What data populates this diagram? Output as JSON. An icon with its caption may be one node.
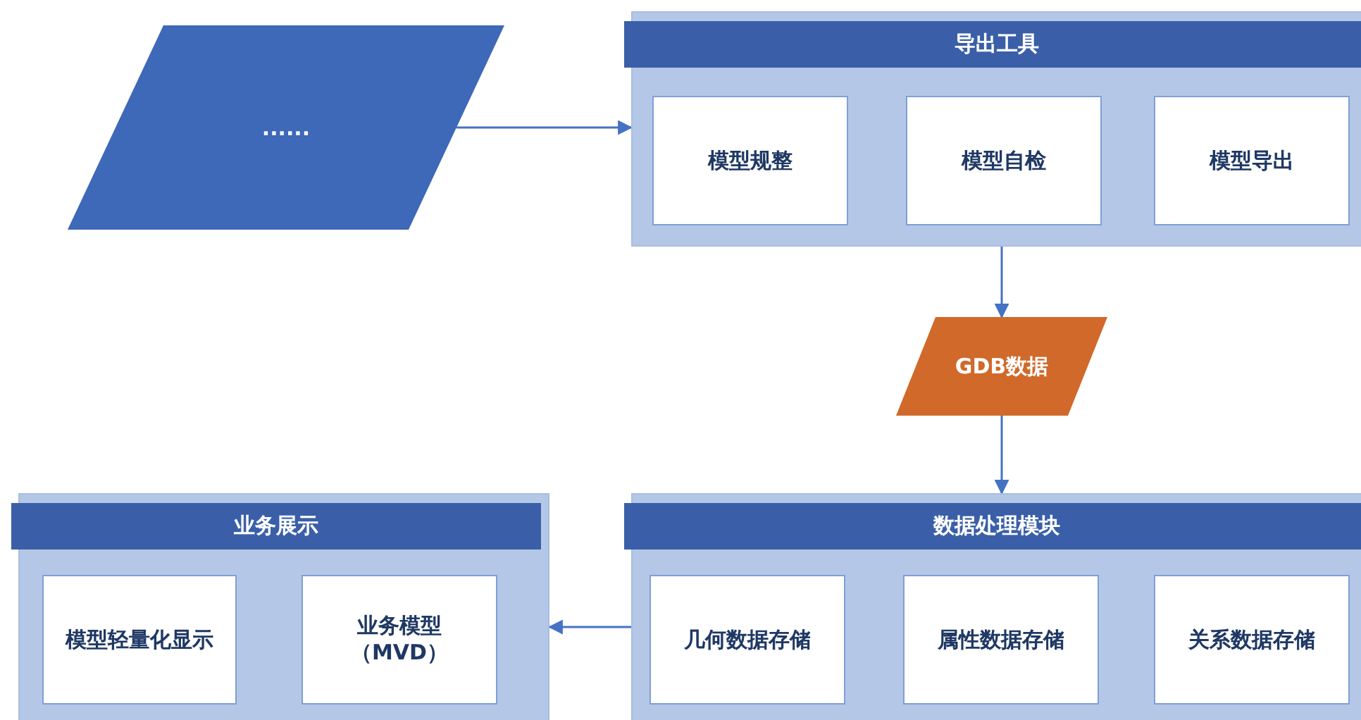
{
  "diagram": {
    "nodes": [
      {
        "text": [
          "......"
        ]
      },
      {
        "text": [
          "导出工具"
        ]
      },
      {
        "text": [
          "模型规整"
        ],
        "in": 1
      },
      {
        "text": [
          "模型自检"
        ],
        "in": 1
      },
      {
        "text": [
          "模型导出"
        ],
        "in": 1
      },
      {
        "text": [
          "GDB数据"
        ]
      },
      {
        "text": [
          "数据处理模块"
        ]
      },
      {
        "text": [
          "几何数据存储"
        ],
        "in": 6
      },
      {
        "text": [
          "属性数据存储"
        ],
        "in": 6
      },
      {
        "text": [
          "关系数据存储"
        ],
        "in": 6
      },
      {
        "text": [
          "业务展示"
        ]
      },
      {
        "text": [
          "模型轻量化显示"
        ],
        "in": 10
      },
      {
        "text": [
          "业务模型（MVD）"
        ],
        "in": 10
      }
    ],
    "edges": [
      {
        "from": 0,
        "to": 1,
        "arrow": "to"
      },
      {
        "from": 1,
        "to": 5,
        "arrow": "to"
      },
      {
        "from": 5,
        "to": 6,
        "arrow": "to"
      },
      {
        "from": 6,
        "to": 10,
        "arrow": "to"
      }
    ]
  }
}
